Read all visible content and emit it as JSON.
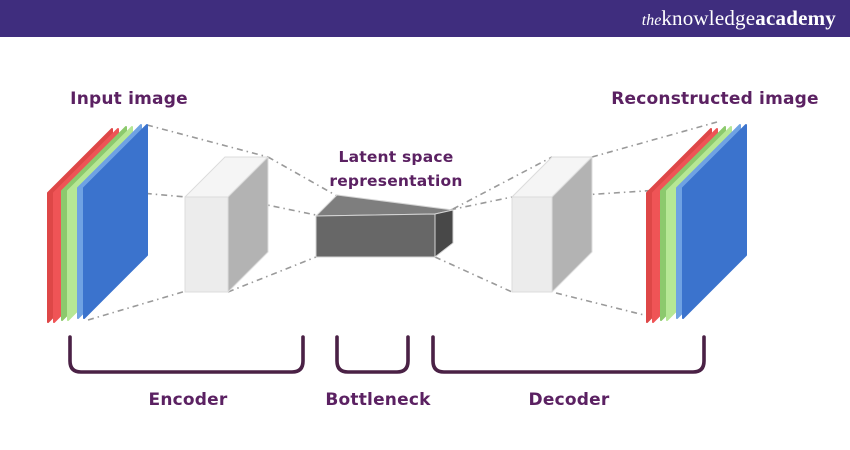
{
  "header": {
    "brand_the": "the",
    "brand_knowledge": "knowledge",
    "brand_academy": "academy",
    "background_color": "#3f2d7e",
    "text_color": "#ffffff"
  },
  "diagram": {
    "input_label": "Input image",
    "reconstructed_label": "Reconstructed image",
    "latent_label_line1": "Latent space",
    "latent_label_line2": "representation",
    "encoder_label": "Encoder",
    "bottleneck_label": "Bottleneck",
    "decoder_label": "Decoder",
    "label_color": "#5b2162",
    "brace_color": "#4a2145",
    "connector_line_color": "#9a9a9a",
    "channel_colors": {
      "red": "#ef5456",
      "green": "#b6e795",
      "blue": "#3b73cd"
    },
    "hidden_layer_color": "#ececec",
    "bottleneck_box_color": "#676767"
  }
}
